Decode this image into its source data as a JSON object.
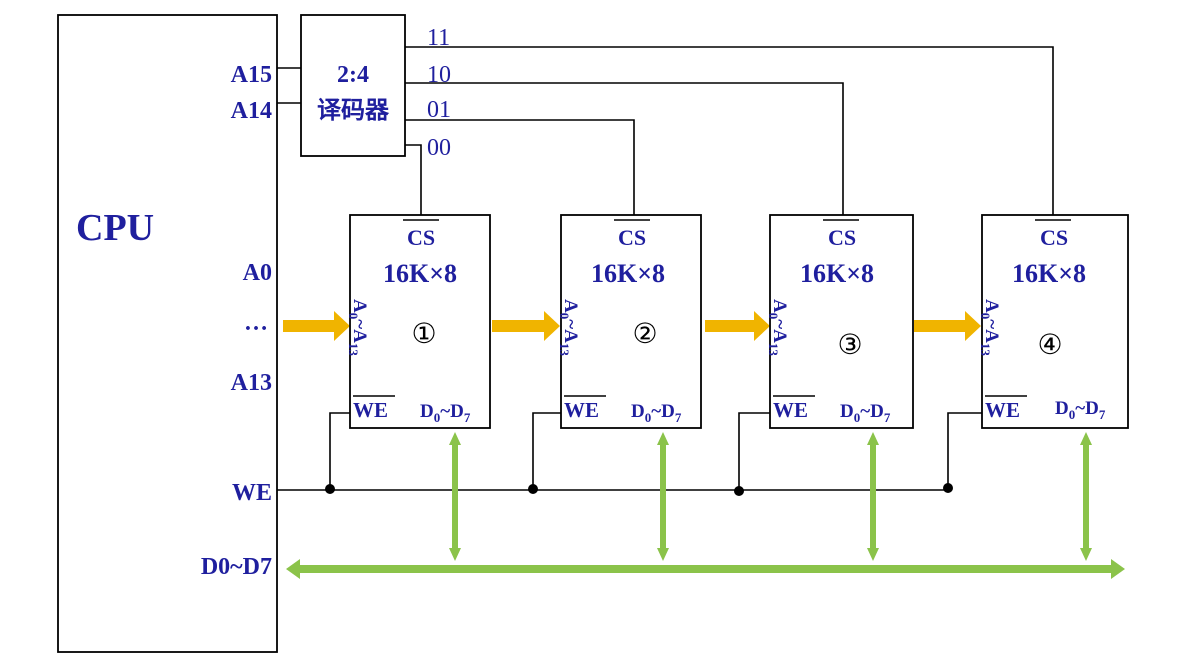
{
  "cpu": {
    "title": "CPU",
    "pins": {
      "a15": "A15",
      "a14": "A14",
      "a0": "A0",
      "dots": "…",
      "a13": "A13",
      "we": "WE",
      "data": "D0~D7"
    }
  },
  "decoder": {
    "ratio": "2:4",
    "name": "译码器",
    "outputs": [
      "11",
      "10",
      "01",
      "00"
    ]
  },
  "chips": [
    {
      "cs": "CS",
      "size": "16K×8",
      "number": "①",
      "addr_base": "A",
      "addr_sub1": "0",
      "addr_tilde": "~",
      "addr_sub2": "13",
      "we": "WE",
      "data_base": "D",
      "data_sub1": "0",
      "data_tilde": "~D",
      "data_sub2": "7"
    },
    {
      "cs": "CS",
      "size": "16K×8",
      "number": "②",
      "addr_base": "A",
      "addr_sub1": "0",
      "addr_tilde": "~",
      "addr_sub2": "13",
      "we": "WE",
      "data_base": "D",
      "data_sub1": "0",
      "data_tilde": "~D",
      "data_sub2": "7"
    },
    {
      "cs": "CS",
      "size": "16K×8",
      "number": "③",
      "addr_base": "A",
      "addr_sub1": "0",
      "addr_tilde": "~",
      "addr_sub2": "13",
      "we": "WE",
      "data_base": "D",
      "data_sub1": "0",
      "data_tilde": "~D",
      "data_sub2": "7"
    },
    {
      "cs": "CS",
      "size": "16K×8",
      "number": "④",
      "addr_base": "A",
      "addr_sub1": "0",
      "addr_tilde": "~",
      "addr_sub2": "13",
      "we": "WE",
      "data_base": "D",
      "data_sub1": "0",
      "data_tilde": "~D",
      "data_sub2": "7"
    }
  ],
  "colors": {
    "label_blue": "#1f1f9e",
    "address_arrow": "#f0b400",
    "data_bus": "#8bc34a",
    "wire": "#000000"
  }
}
